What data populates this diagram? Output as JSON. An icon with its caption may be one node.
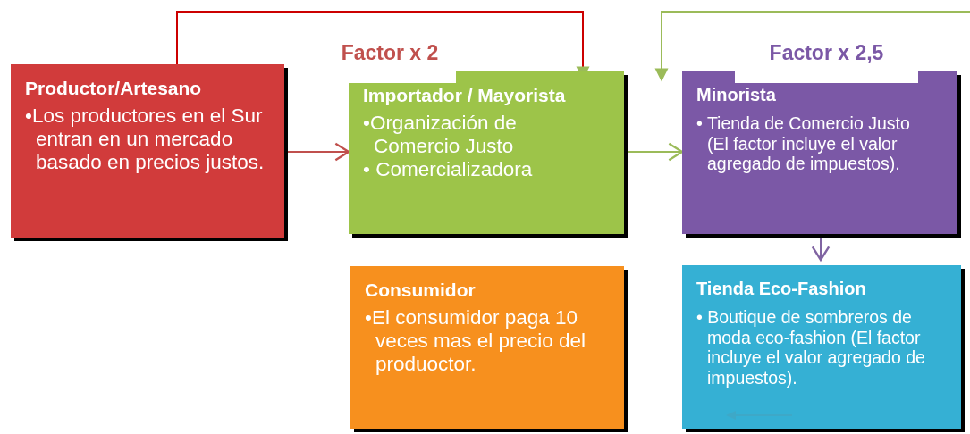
{
  "diagram": {
    "nodes": [
      {
        "text": [
          "Productor/Artesano",
          "•Los productores en el Sur  entran en un mercado basado en precios justos."
        ]
      },
      {
        "text": [
          "Importador / Mayorista",
          "•Organización de Comercio Justo",
          "• Comercializadora"
        ]
      },
      {
        "text": [
          "Minorista",
          "• Tienda de Comercio Justo (El factor incluye el valor agregado de impuestos)."
        ]
      },
      {
        "text": [
          "Consumidor",
          "•El consumidor paga 10 veces mas el precio del produoctor."
        ]
      },
      {
        "text": [
          "Tienda Eco-Fashion",
          "• Boutique de sombreros de moda eco-fashion (El factor incluye el valor agregado de impuestos)."
        ]
      }
    ],
    "edges": [
      {
        "from": 0,
        "to": 1,
        "arrow": "to",
        "color": "#c0504d"
      },
      {
        "from": 1,
        "to": 2,
        "arrow": "to",
        "color": "#9bbb59"
      },
      {
        "from": 2,
        "to": 4,
        "arrow": "to",
        "color": "#8064a2"
      },
      {
        "from": 0,
        "to": 1,
        "arrow": "to",
        "color": "#cc0000"
      },
      {
        "from": null,
        "to": 2,
        "arrow": "to",
        "color": "#9bbb59"
      }
    ],
    "labels": [
      "Factor x 2",
      "Factor x 2,5"
    ]
  }
}
